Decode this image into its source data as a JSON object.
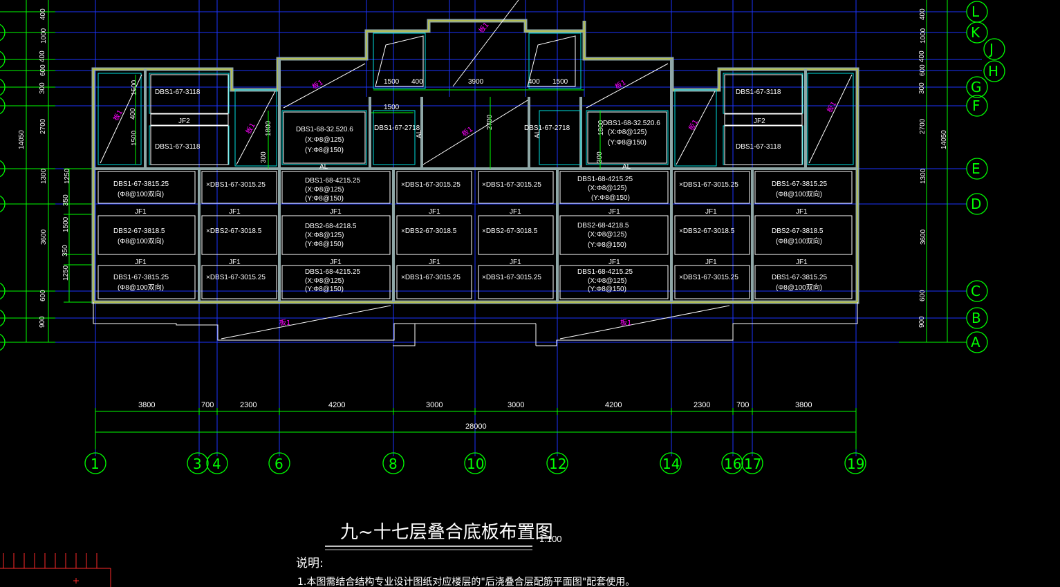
{
  "colors": {
    "background": "#000000",
    "grid": "#1b35ff",
    "dim": "#00ff00",
    "wall": "#8fa7a7",
    "wall_edge": "#d6d600",
    "beam": "#00e0e0",
    "text": "#ffffff",
    "mark": "#ff00ff"
  },
  "drawing": {
    "title": "九~十七层叠合底板布置图",
    "scale": "1:100",
    "note_heading": "说明:",
    "note_1": "1.本图需结合结构专业设计图纸对应楼层的\"后浇叠合层配筋平面图\"配套使用。"
  },
  "axes": {
    "bottom": [
      "1",
      "3",
      "4",
      "6",
      "8",
      "10",
      "12",
      "14",
      "16",
      "17",
      "19"
    ],
    "right": [
      "L",
      "K",
      "J",
      "H",
      "G",
      "F",
      "E",
      "D",
      "C",
      "B",
      "A"
    ]
  },
  "dimensions": {
    "bottom_segments": [
      "3800",
      "700",
      "2300",
      "4200",
      "3000",
      "3000",
      "4200",
      "2300",
      "700",
      "3800"
    ],
    "bottom_total": "28000",
    "vertical_left": [
      "400",
      "1000",
      "400",
      "600",
      "300",
      "2700",
      "1300",
      "3600",
      "600",
      "900"
    ],
    "vertical_right": [
      "400",
      "1000",
      "400",
      "600",
      "300",
      "2700",
      "1300",
      "3600",
      "600",
      "900"
    ],
    "overall_vertical": "14050",
    "slab_depths": [
      "1250",
      "350",
      "1500",
      "350",
      "1250"
    ],
    "upper_left_stack": [
      "1500",
      "400",
      "1500"
    ],
    "stair_top": [
      "1500",
      "400",
      "3900",
      "400",
      "1500"
    ],
    "small": [
      "1800",
      "300",
      "1500",
      "2700"
    ]
  },
  "slabs": {
    "top": [
      "DBS1-67-3118",
      "JF2",
      "DBS1-67-3118",
      "DBS1-68-32.520.6",
      "(X:Φ8@125)",
      "(Y:Φ8@150)",
      "DBS1-67-2718",
      "DBS1-67-2718",
      "DBS1-68-32.520.6",
      "(X:Φ8@125)",
      "(Y:Φ8@150)",
      "DBS1-67-3118",
      "JF2",
      "DBS1-67-3118"
    ],
    "row1": [
      "DBS1-67-3815.25",
      "(Φ8@100双向)",
      "×DBS1-67-3015.25",
      "DBS1-68-4215.25",
      "×DBS1-67-3015.25",
      "×DBS1-67-3015.25",
      "DBS1-68-4215.25",
      "×DBS1-67-3015.25",
      "DBS1-67-3815.25"
    ],
    "row2": [
      "DBS2-67-3818.5",
      "×DBS2-67-3018.5",
      "DBS2-68-4218.5",
      "×DBS2-67-3018.5",
      "×DBS2-67-3018.5",
      "DBS2-68-4218.5",
      "×DBS2-67-3018.5",
      "DBS2-67-3818.5"
    ],
    "row3": [
      "DBS1-67-3815.25",
      "×DBS1-67-3015.25",
      "DBS1-68-4215.25",
      "×DBS1-67-3015.25",
      "×DBS1-67-3015.25",
      "DBS1-68-4215.25",
      "×DBS1-67-3015.25",
      "DBS1-67-3815.25"
    ],
    "joint": "JF1",
    "rebar_x": "(X:Φ8@125)",
    "rebar_y": "(Y:Φ8@150)",
    "two_way": "(Φ8@100双向)",
    "beam_label": "AL"
  },
  "marks": {
    "opening": "板1"
  }
}
